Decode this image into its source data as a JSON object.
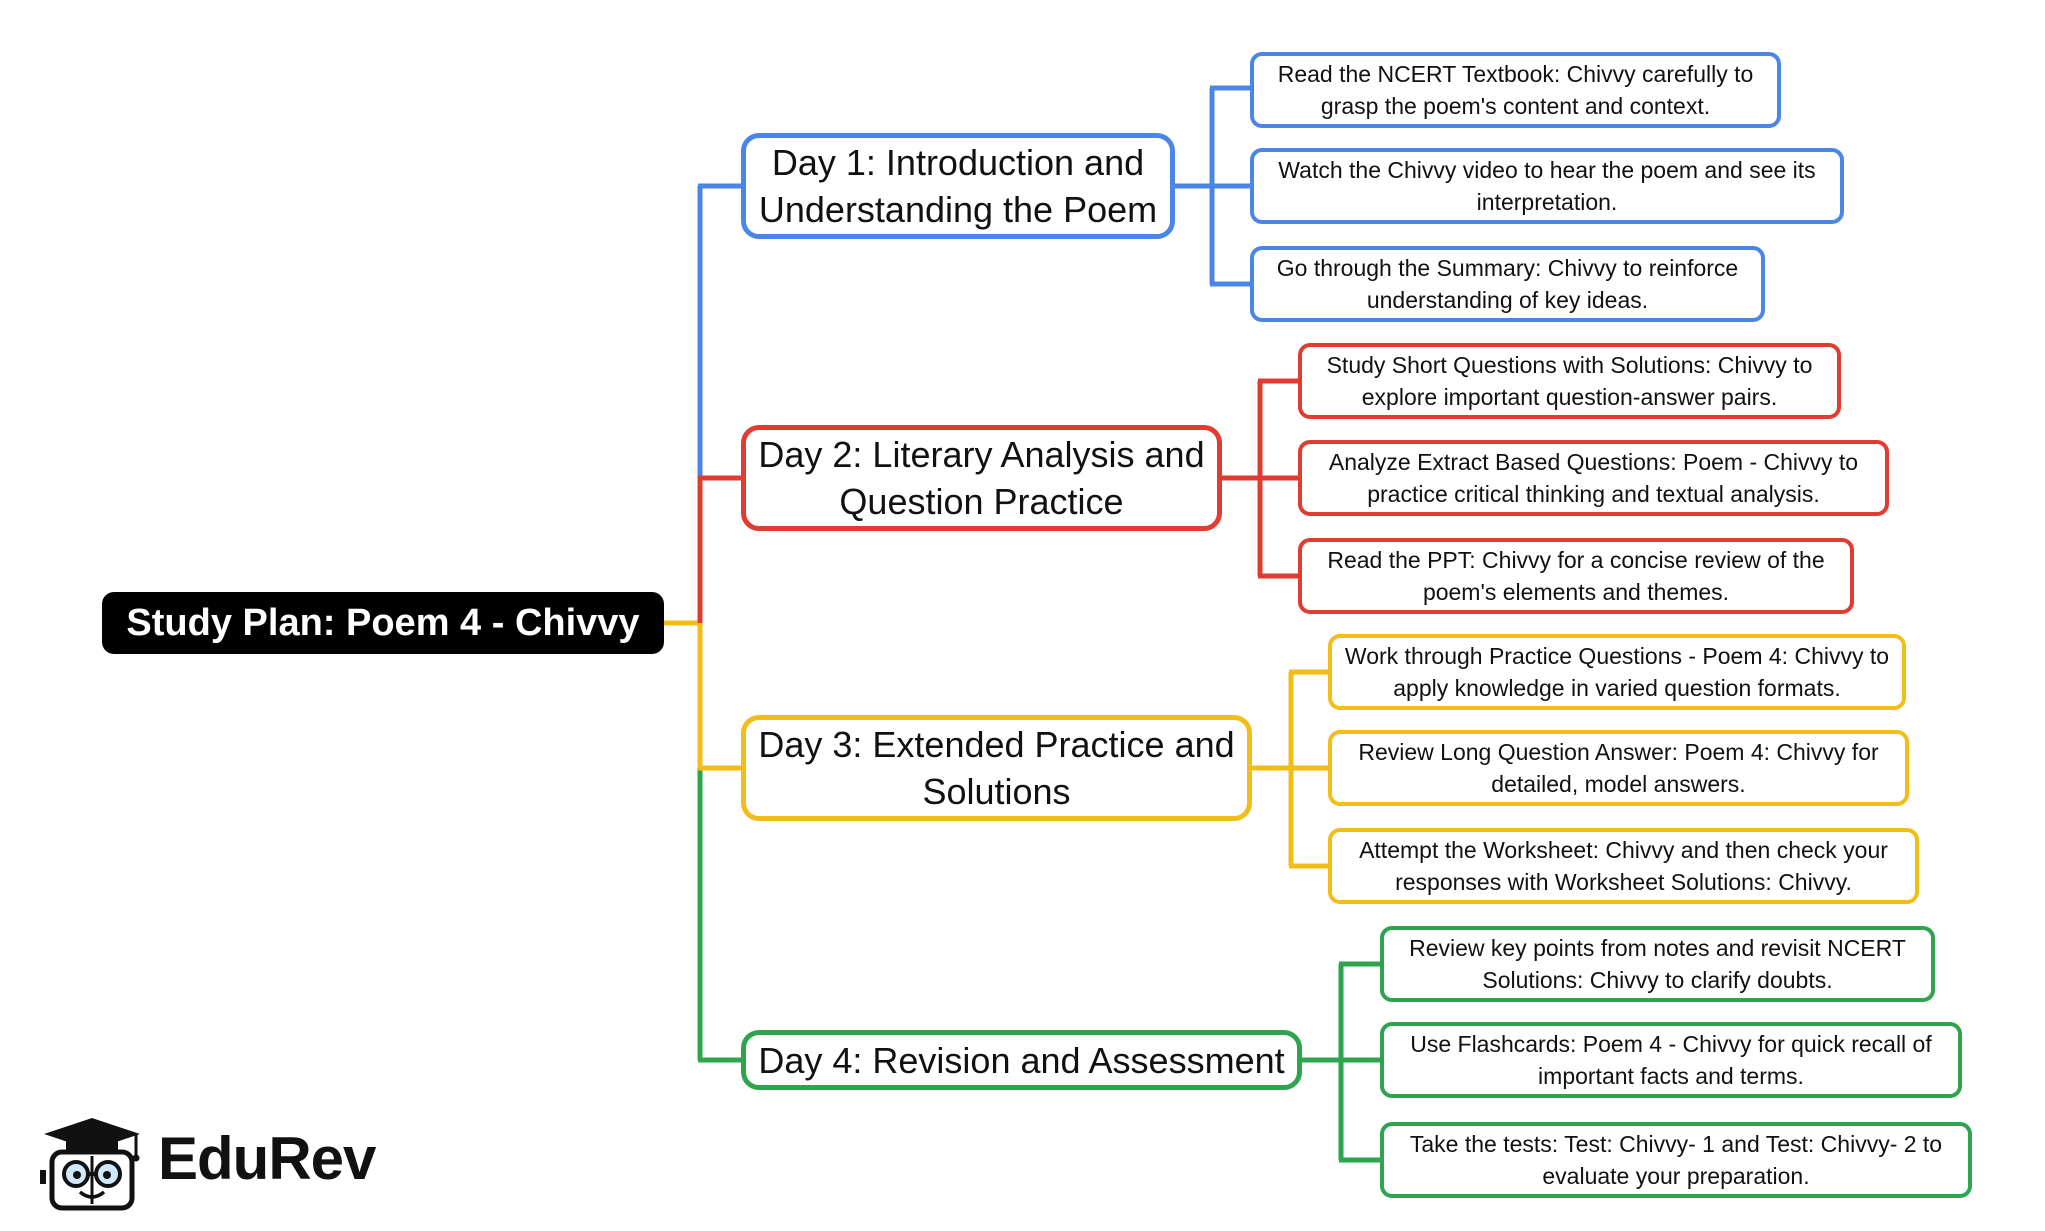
{
  "root": {
    "title": "Study Plan: Poem 4 - Chivvy"
  },
  "days": [
    {
      "title": "Day 1: Introduction and Understanding the Poem",
      "color": "#4a86e8",
      "tasks": [
        "Read the NCERT Textbook: Chivvy carefully to grasp the poem's content and context.",
        "Watch the Chivvy video to hear the poem and see its interpretation.",
        "Go through the Summary: Chivvy to reinforce understanding of key ideas."
      ]
    },
    {
      "title": "Day 2: Literary Analysis and Question Practice",
      "color": "#e03c31",
      "tasks": [
        "Study Short Questions with Solutions: Chivvy to explore important question-answer pairs.",
        "Analyze Extract Based Questions: Poem - Chivvy to practice critical thinking and textual analysis.",
        "Read the PPT: Chivvy for a concise review of the poem's elements and themes."
      ]
    },
    {
      "title": "Day 3: Extended Practice and Solutions",
      "color": "#f2bd18",
      "tasks": [
        "Work through Practice Questions - Poem 4: Chivvy to apply knowledge in varied question formats.",
        "Review Long Question Answer: Poem 4: Chivvy for detailed, model answers.",
        "Attempt the Worksheet: Chivvy and then check your responses with Worksheet Solutions: Chivvy."
      ]
    },
    {
      "title": "Day 4: Revision and Assessment",
      "color": "#2ea44f",
      "tasks": [
        "Review key points from notes and revisit NCERT Solutions: Chivvy to clarify doubts.",
        "Use Flashcards: Poem 4 - Chivvy for quick recall of important facts and terms.",
        "Take the tests: Test: Chivvy- 1 and Test: Chivvy- 2 to evaluate your preparation."
      ]
    }
  ],
  "brand": {
    "name": "EduRev",
    "icon": "graduation-cap-mascot-icon"
  }
}
